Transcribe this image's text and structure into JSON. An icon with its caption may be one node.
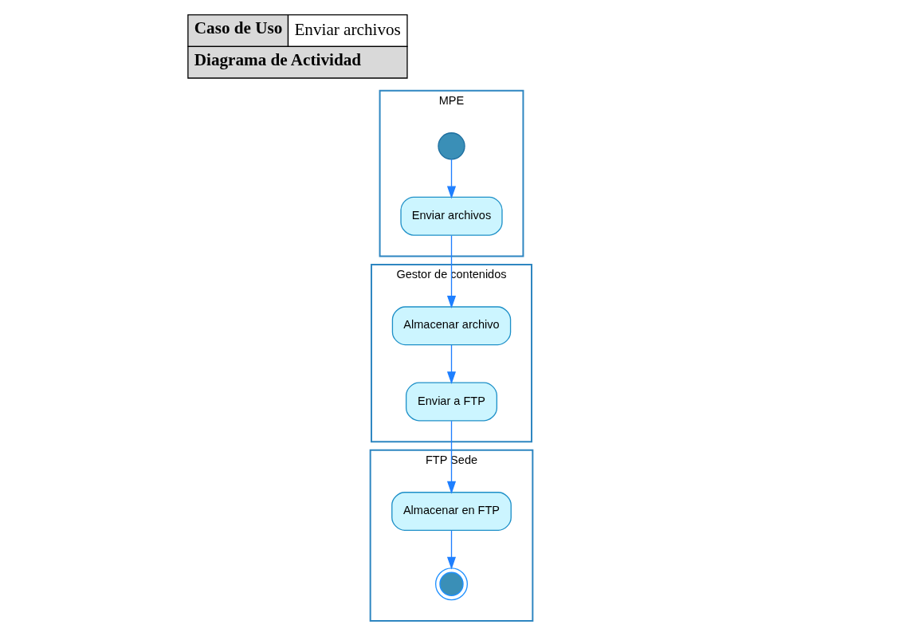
{
  "diagram": {
    "nodes": [
      {
        "text": [
          "MPE"
        ]
      },
      {
        "text": [
          "Gestor de contenidos"
        ]
      },
      {
        "text": [
          "FTP Sede"
        ]
      },
      {
        "text": [],
        "shape": "circle",
        "in": 0
      },
      {
        "text": [
          "Enviar archivos"
        ],
        "in": 0
      },
      {
        "text": [
          "Almacenar archivo"
        ],
        "in": 1
      },
      {
        "text": [
          "Enviar a FTP"
        ],
        "in": 1
      },
      {
        "text": [
          "Almacenar en FTP"
        ],
        "in": 2
      },
      {
        "text": [],
        "shape": "bullseye",
        "in": 2
      }
    ],
    "edges": [
      {
        "from": 3,
        "to": 4,
        "arrow": "to"
      },
      {
        "from": 4,
        "to": 5,
        "arrow": "to"
      },
      {
        "from": 5,
        "to": 6,
        "arrow": "to"
      },
      {
        "from": 6,
        "to": 7,
        "arrow": "to"
      },
      {
        "from": 7,
        "to": 8,
        "arrow": "to"
      }
    ],
    "labels": [
      "Caso de Uso",
      "Enviar archivos",
      "Diagrama de Actividad"
    ]
  }
}
